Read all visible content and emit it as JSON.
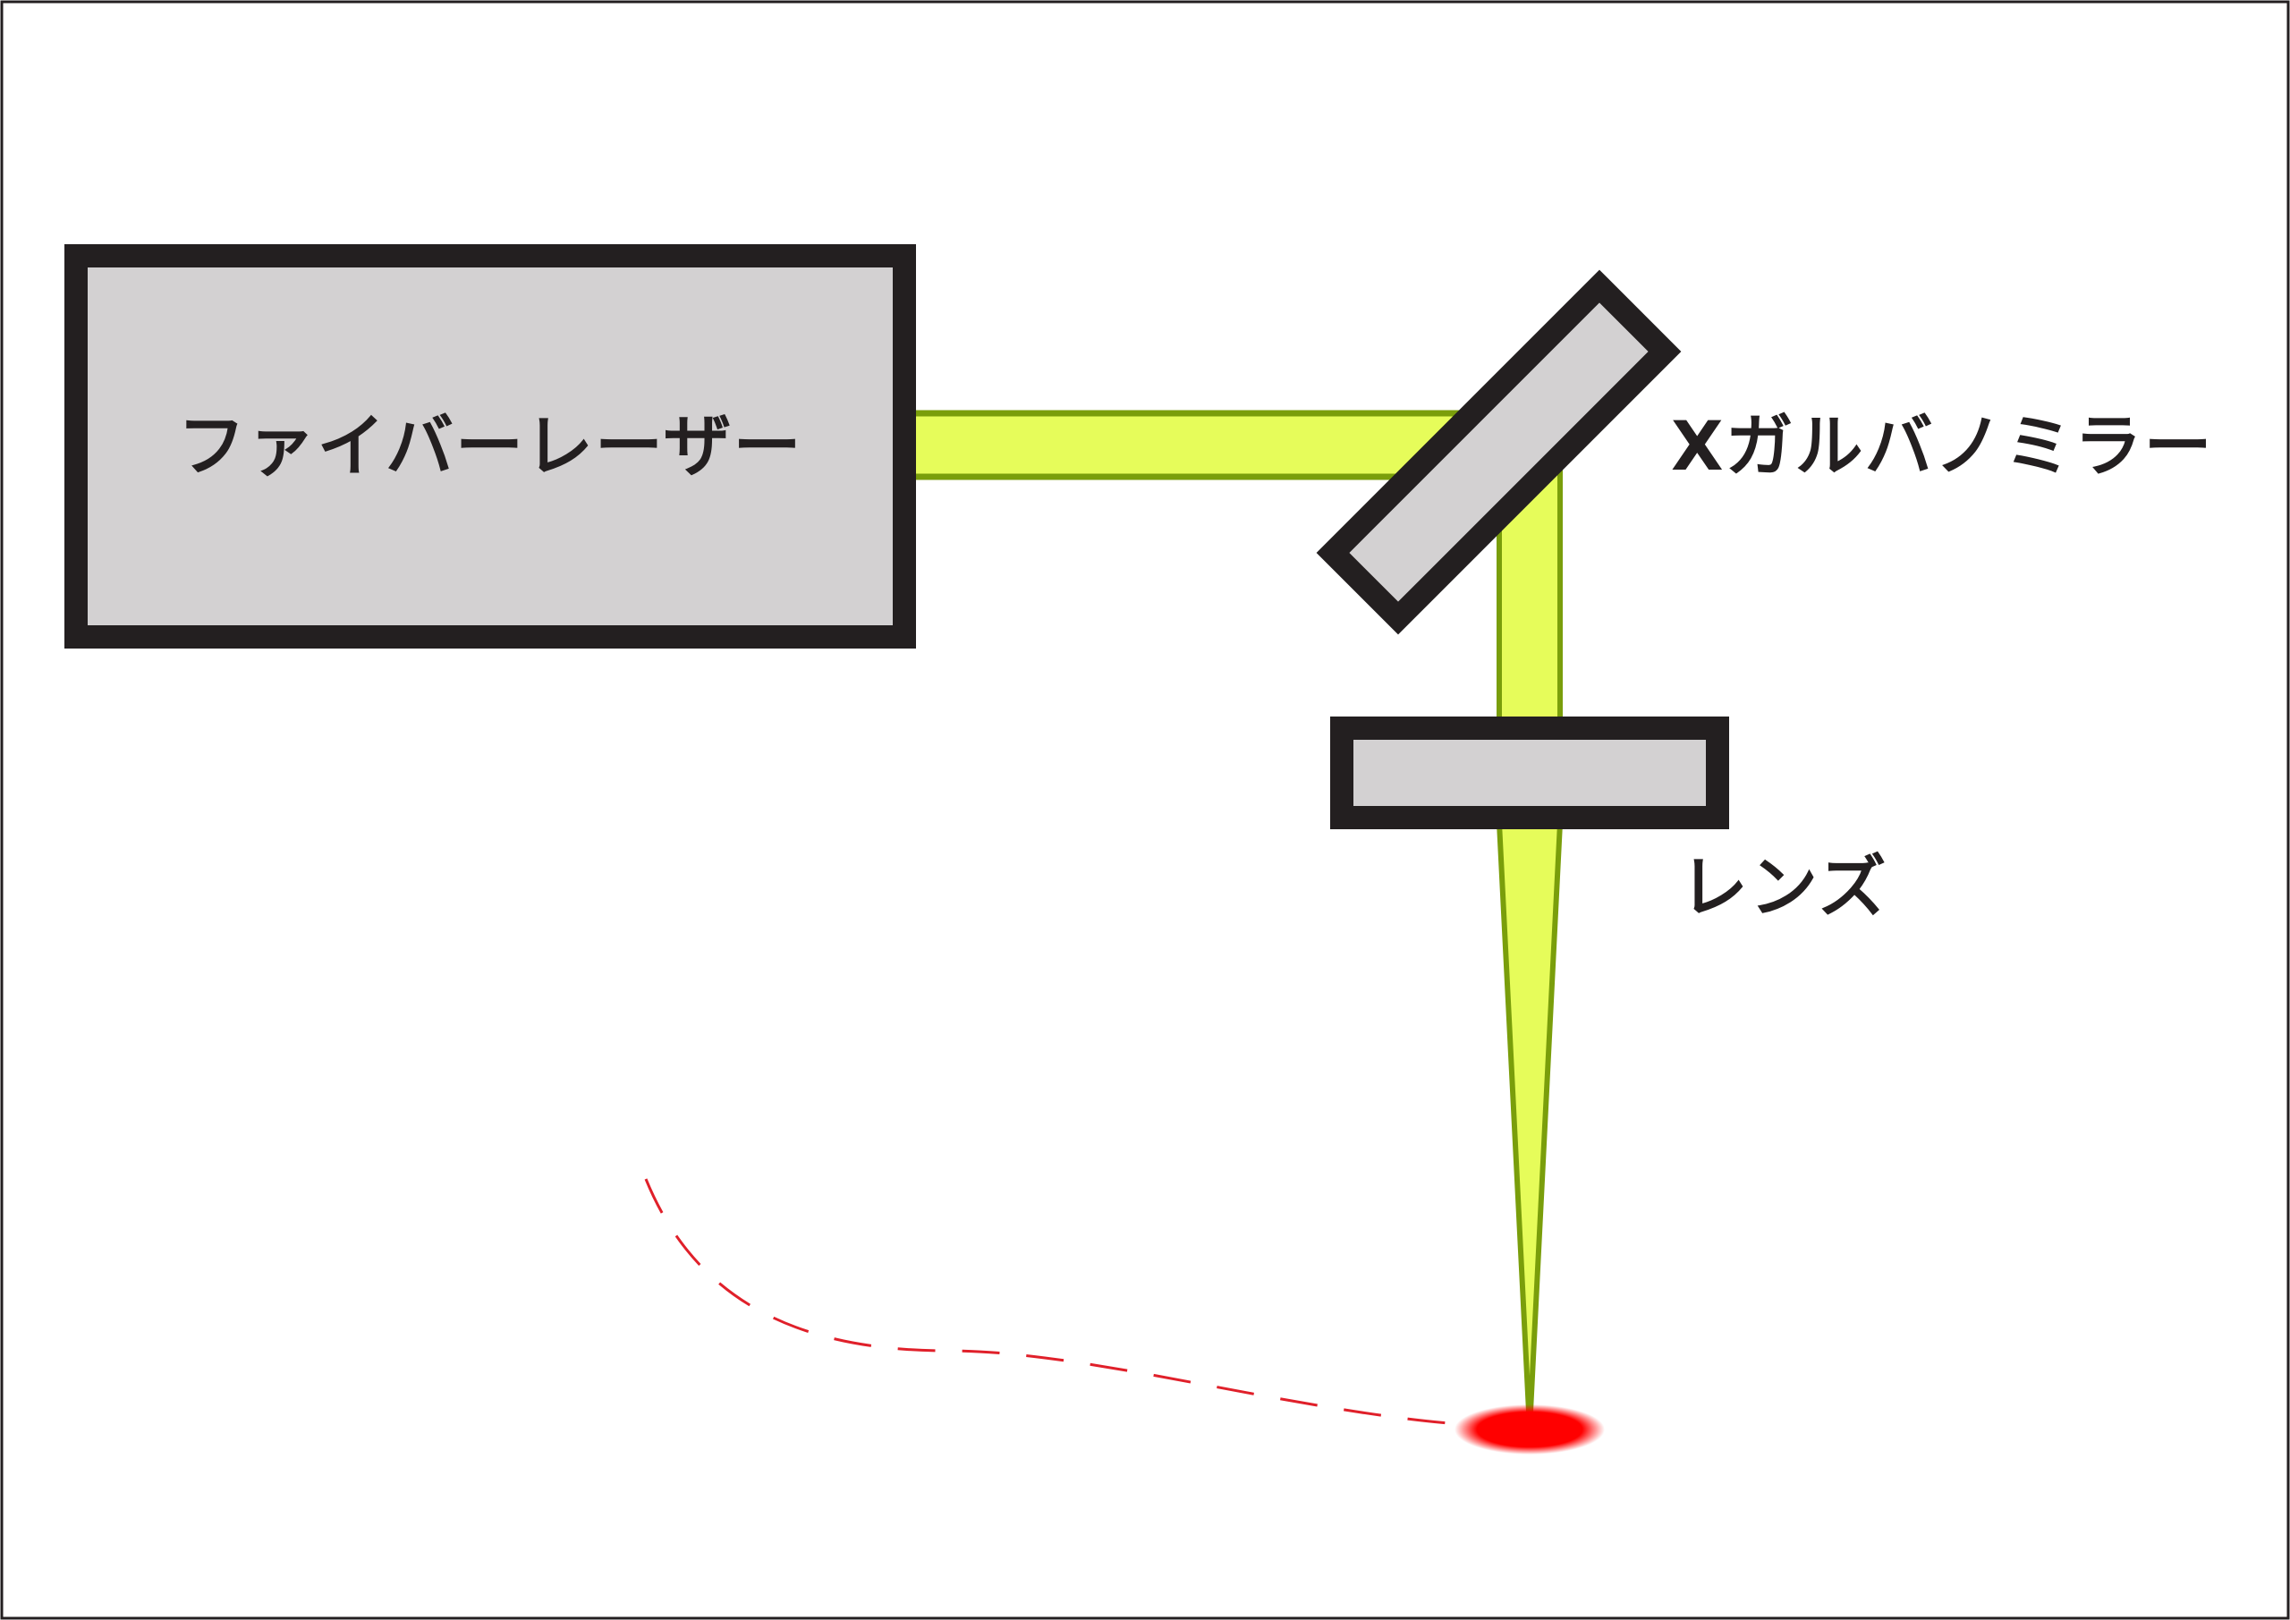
{
  "diagram": {
    "labels": {
      "fiber_laser": "ファイバーレーザー",
      "x_galvo_mirror": "Xガルバノミラー",
      "lens": "レンズ"
    },
    "colors": {
      "background": "#ffffff",
      "frame": "#231f20",
      "component_fill": "#d3d1d2",
      "component_outline": "#231f20",
      "beam_fill": "#e6fc5a",
      "beam_edge": "#7a9e0b",
      "focus_spot": "#ff0000",
      "scan_path": "#e0202a"
    }
  }
}
